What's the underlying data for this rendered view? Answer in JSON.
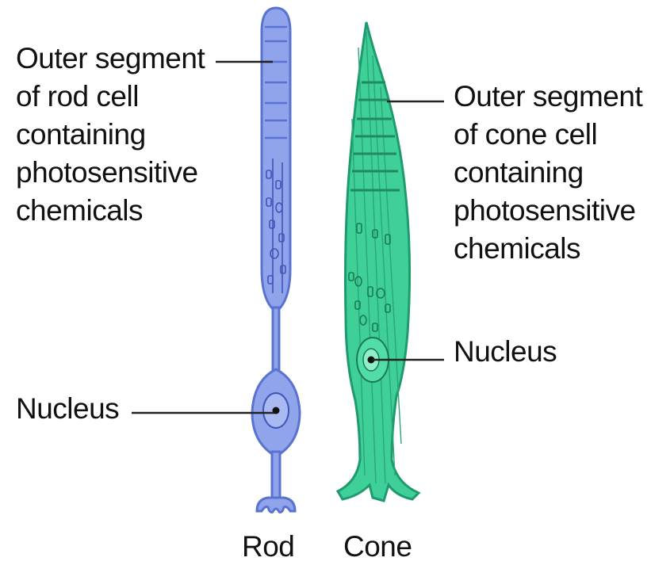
{
  "labels": {
    "rod_outer_segment": [
      "Outer segment",
      "of rod cell",
      "containing",
      "photosensitive",
      "chemicals"
    ],
    "cone_outer_segment": [
      "Outer segment",
      "of cone cell",
      "containing",
      "photosensitive",
      "chemicals"
    ],
    "rod_nucleus": "Nucleus",
    "cone_nucleus": "Nucleus",
    "rod_caption": "Rod",
    "cone_caption": "Cone"
  },
  "colors": {
    "rod_fill": "#8fa4ea",
    "rod_stroke": "#5a72d0",
    "cone_fill": "#3fcf98",
    "cone_stroke": "#1f9a6e",
    "leader_line": "#222222",
    "text": "#111111"
  }
}
